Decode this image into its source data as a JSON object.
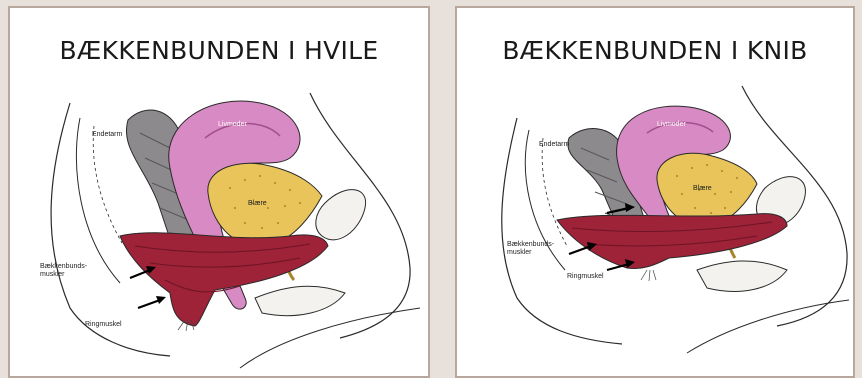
{
  "panels": [
    {
      "title": "BÆKKENBUNDEN I HVILE",
      "labels": {
        "endetarm": "Endetarm",
        "livmoder": "Livmoder",
        "blaere": "Blære",
        "baekkenbund": "Bækkenbunds-",
        "muskler": "muskler",
        "ringmuskel": "Ringmuskel"
      }
    },
    {
      "title": "BÆKKENBUNDEN I KNIB",
      "labels": {
        "endetarm": "Endetarm",
        "livmoder": "Livmoder",
        "blaere": "Blære",
        "baekkenbund": "Bækkenbunds-",
        "muskler": "muskler",
        "ringmuskel": "Ringmuskel"
      }
    }
  ],
  "colors": {
    "uterus": "#d88ac4",
    "bladder": "#e8c45a",
    "rectum": "#8c8a8c",
    "muscle": "#9e2238",
    "outline": "#2a2a2a"
  }
}
